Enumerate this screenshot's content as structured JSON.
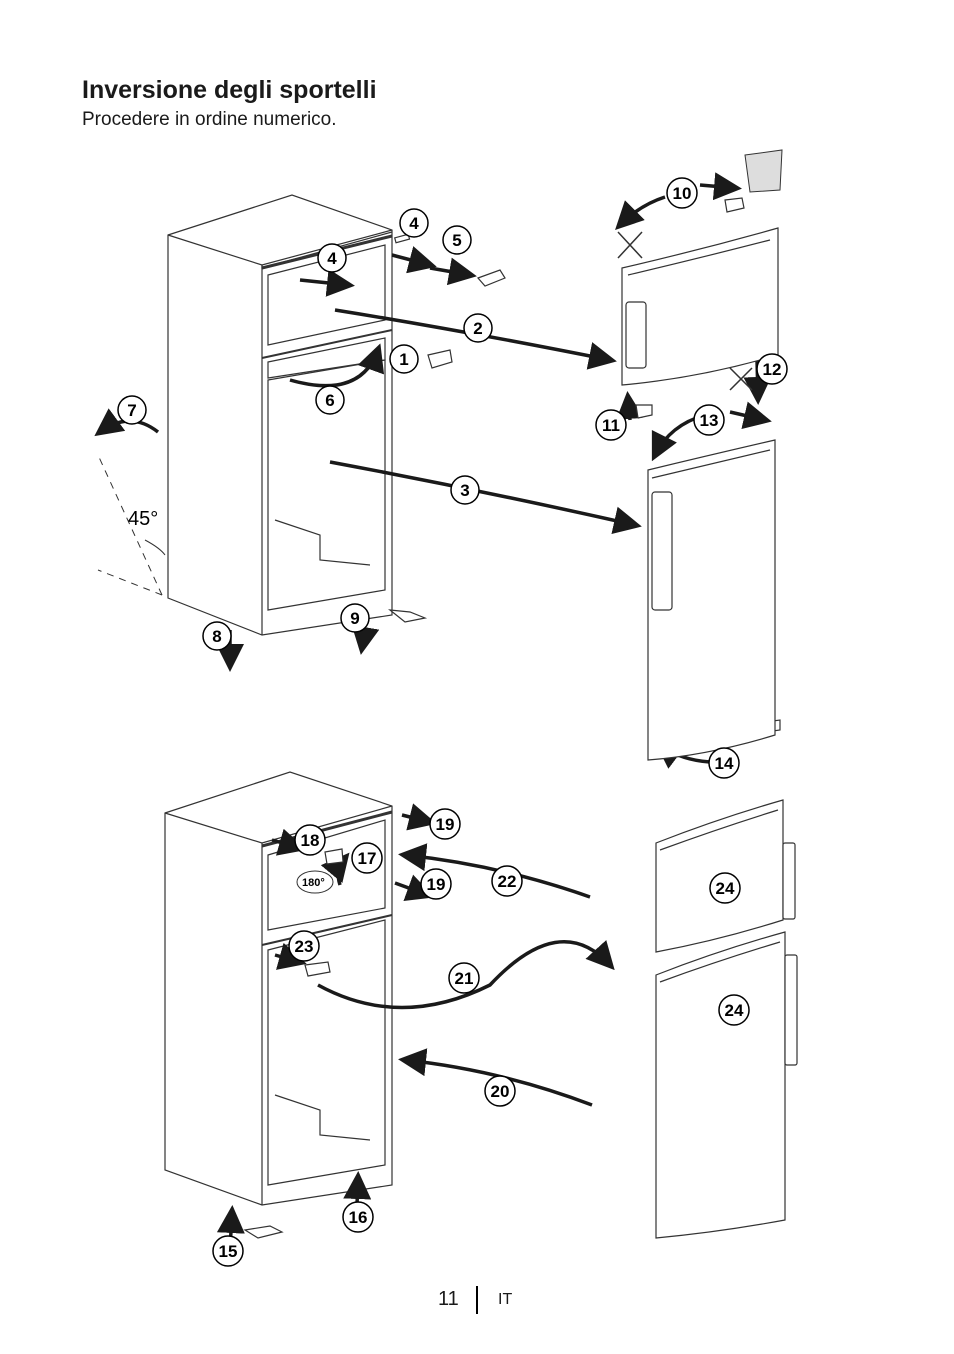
{
  "header": {
    "title": "Inversione degli sportelli",
    "subtitle": "Procedere in ordine numerico."
  },
  "annotations": {
    "angle": "45°",
    "rotation": "180°"
  },
  "steps": [
    "1",
    "2",
    "3",
    "4",
    "4",
    "5",
    "6",
    "7",
    "8",
    "9",
    "10",
    "11",
    "12",
    "13",
    "14",
    "15",
    "16",
    "17",
    "18",
    "19",
    "19",
    "20",
    "21",
    "22",
    "23",
    "24",
    "24"
  ],
  "footer": {
    "page_number": "11",
    "language": "IT"
  }
}
